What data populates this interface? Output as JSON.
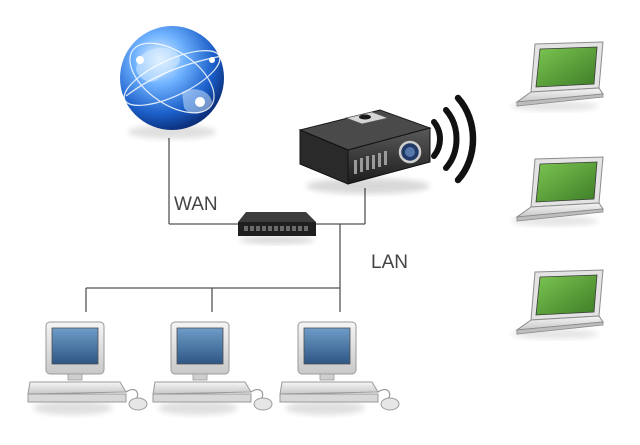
{
  "labels": {
    "wan": "WAN",
    "lan": "LAN"
  },
  "nodes": [
    {
      "id": "internet-globe",
      "icon": "globe-icon"
    },
    {
      "id": "switch",
      "icon": "network-switch-icon"
    },
    {
      "id": "wireless-projector",
      "icon": "projector-icon"
    },
    {
      "id": "wifi-signal",
      "icon": "wifi-waves-icon"
    },
    {
      "id": "laptop-1",
      "icon": "laptop-icon"
    },
    {
      "id": "laptop-2",
      "icon": "laptop-icon"
    },
    {
      "id": "laptop-3",
      "icon": "laptop-icon"
    },
    {
      "id": "desktop-1",
      "icon": "desktop-computer-icon"
    },
    {
      "id": "desktop-2",
      "icon": "desktop-computer-icon"
    },
    {
      "id": "desktop-3",
      "icon": "desktop-computer-icon"
    }
  ],
  "colors": {
    "line": "#555555",
    "laptop_screen": "#5aa03a",
    "desktop_screen": "#3f6e9e",
    "globe": "#2a6fd1",
    "device_body": "#d9d9d9",
    "projector_body": "#2b2b2b"
  }
}
